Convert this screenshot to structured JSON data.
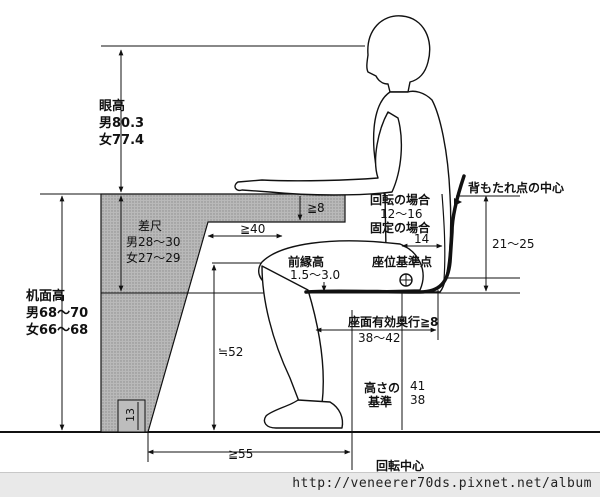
{
  "labels": {
    "eye_height_title": "眼高",
    "eye_height_male": "男80.3",
    "eye_height_female": "女77.4",
    "desk_height_title": "机面高",
    "desk_height_male": "男68～70",
    "desk_height_female": "女66～68",
    "seat_diff_title": "差尺",
    "seat_diff_male": "男28～30",
    "seat_diff_female": "女27～29",
    "desk_thickness": "≧8",
    "knee_clearance": "≧40",
    "front_edge_title": "前縁高",
    "front_edge_value": "1.5～3.0",
    "seat_ref_point": "座位基準点",
    "backrest_center": "背もたれ点の中心",
    "rotation_case": "回転の場合",
    "rotation_value": "12～16",
    "fixed_case": "固定の場合",
    "backrest_offset": "14",
    "backrest_height": "21～25",
    "seat_depth_title": "座面有効奥行≧8",
    "seat_depth_value": "38～42",
    "under_height": "≒52",
    "toe_height": "13",
    "foot_clearance": "≧55",
    "ref_height_title": "高さの",
    "ref_height_sub": "基準",
    "ref_height_v1": "41",
    "ref_height_v2": "38",
    "rotation_center": "回転中心"
  },
  "footer": {
    "url": "http://veneerer70ds.pixnet.net/album"
  }
}
